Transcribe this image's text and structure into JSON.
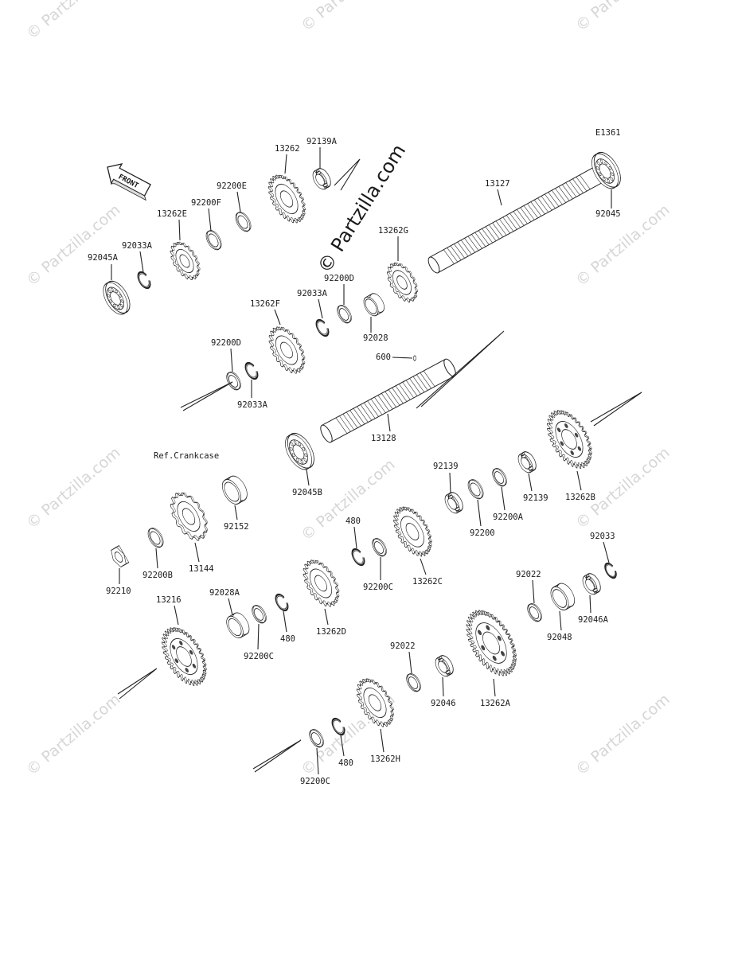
{
  "diagram_code": "E1361",
  "front_arrow": {
    "text": "FRONT"
  },
  "watermark_center": "© Partzilla.com",
  "watermark_small": "© Partzilla.com",
  "ref_crankcase": "Ref.Crankcase",
  "parts": [
    {
      "id": "p_92045A",
      "label": "92045A",
      "kind": "bearing"
    },
    {
      "id": "p_92033A_1",
      "label": "92033A",
      "kind": "circlip"
    },
    {
      "id": "p_13262E",
      "label": "13262E",
      "kind": "gear"
    },
    {
      "id": "p_92200F",
      "label": "92200F",
      "kind": "washer"
    },
    {
      "id": "p_92200E",
      "label": "92200E",
      "kind": "washer"
    },
    {
      "id": "p_13262",
      "label": "13262",
      "kind": "gear"
    },
    {
      "id": "p_92139A",
      "label": "92139A",
      "kind": "needle"
    },
    {
      "id": "p_13127",
      "label": "13127",
      "kind": "shaft"
    },
    {
      "id": "p_92045",
      "label": "92045",
      "kind": "bearing"
    },
    {
      "id": "p_13262G",
      "label": "13262G",
      "kind": "gear"
    },
    {
      "id": "p_92200D_1",
      "label": "92200D",
      "kind": "washer"
    },
    {
      "id": "p_92033A_2",
      "label": "92033A",
      "kind": "circlip"
    },
    {
      "id": "p_92028",
      "label": "92028",
      "kind": "bushing"
    },
    {
      "id": "p_13262F",
      "label": "13262F",
      "kind": "gear"
    },
    {
      "id": "p_92200D_2",
      "label": "92200D",
      "kind": "washer"
    },
    {
      "id": "p_92033A_3",
      "label": "92033A",
      "kind": "circlip"
    },
    {
      "id": "p_600",
      "label": "600",
      "kind": "dot"
    },
    {
      "id": "p_13128",
      "label": "13128",
      "kind": "shaft"
    },
    {
      "id": "p_92045B",
      "label": "92045B",
      "kind": "bearing"
    },
    {
      "id": "p_92152",
      "label": "92152",
      "kind": "bushing"
    },
    {
      "id": "p_13144",
      "label": "13144",
      "kind": "sprocket"
    },
    {
      "id": "p_92200B",
      "label": "92200B",
      "kind": "washer"
    },
    {
      "id": "p_92210",
      "label": "92210",
      "kind": "nut"
    },
    {
      "id": "p_92139_1",
      "label": "92139",
      "kind": "needle"
    },
    {
      "id": "p_92200",
      "label": "92200",
      "kind": "washer"
    },
    {
      "id": "p_92200A",
      "label": "92200A",
      "kind": "washer"
    },
    {
      "id": "p_92139_2",
      "label": "92139",
      "kind": "needle"
    },
    {
      "id": "p_13262B",
      "label": "13262B",
      "kind": "gear"
    },
    {
      "id": "p_480_1",
      "label": "480",
      "kind": "circlip"
    },
    {
      "id": "p_92200C_1",
      "label": "92200C",
      "kind": "washer"
    },
    {
      "id": "p_13262C",
      "label": "13262C",
      "kind": "gear"
    },
    {
      "id": "p_92028A",
      "label": "92028A",
      "kind": "bushing"
    },
    {
      "id": "p_92200C_2",
      "label": "92200C",
      "kind": "washer"
    },
    {
      "id": "p_480_2",
      "label": "480",
      "kind": "circlip"
    },
    {
      "id": "p_13262D",
      "label": "13262D",
      "kind": "gear"
    },
    {
      "id": "p_13216",
      "label": "13216",
      "kind": "gear"
    },
    {
      "id": "p_92022_1",
      "label": "92022",
      "kind": "washer"
    },
    {
      "id": "p_92048",
      "label": "92048",
      "kind": "bushing"
    },
    {
      "id": "p_92046A",
      "label": "92046A",
      "kind": "needle"
    },
    {
      "id": "p_92033",
      "label": "92033",
      "kind": "circlip"
    },
    {
      "id": "p_13262A",
      "label": "13262A",
      "kind": "gear"
    },
    {
      "id": "p_92022_2",
      "label": "92022",
      "kind": "washer"
    },
    {
      "id": "p_92046",
      "label": "92046",
      "kind": "needle"
    },
    {
      "id": "p_13262H",
      "label": "13262H",
      "kind": "gear"
    },
    {
      "id": "p_480_3",
      "label": "480",
      "kind": "circlip"
    },
    {
      "id": "p_92200C_3",
      "label": "92200C",
      "kind": "washer"
    }
  ]
}
